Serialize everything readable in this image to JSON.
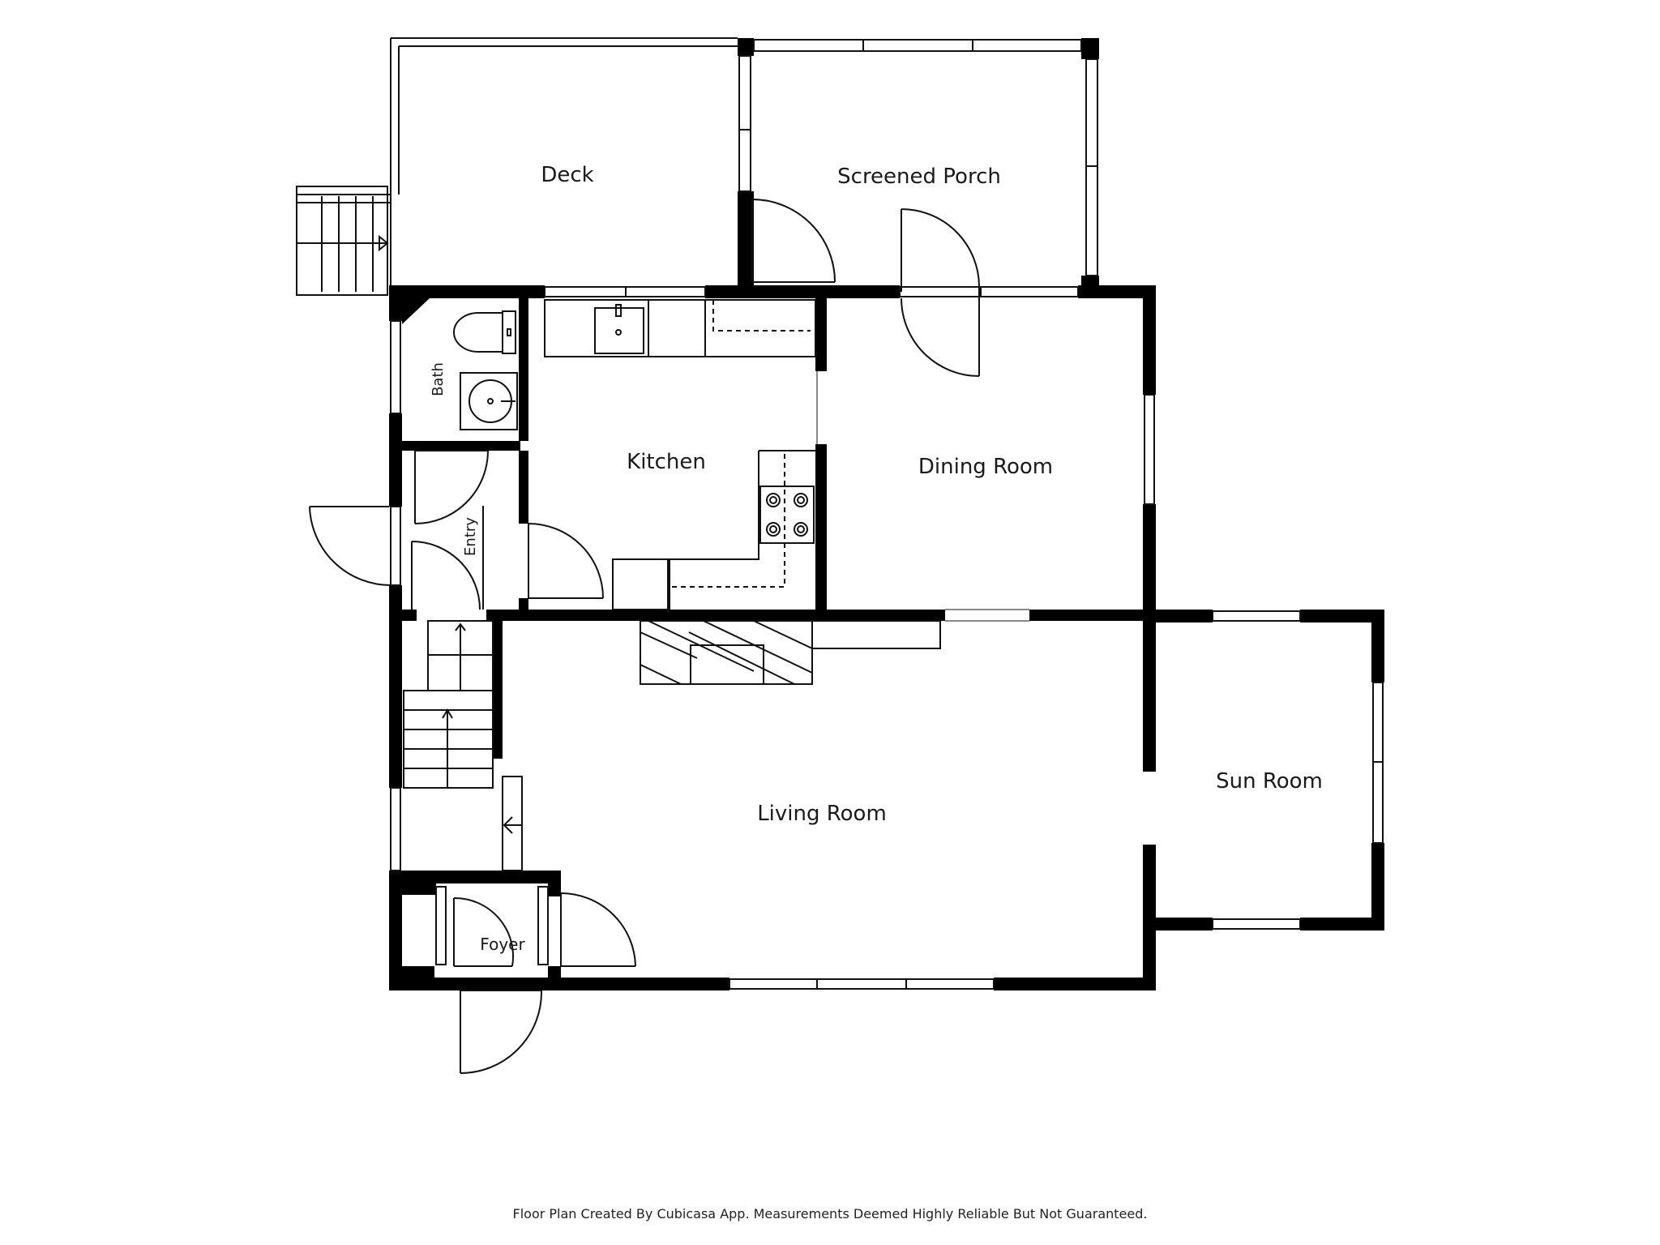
{
  "rooms": {
    "deck": "Deck",
    "screened_porch": "Screened Porch",
    "bath": "Bath",
    "kitchen": "Kitchen",
    "dining_room": "Dining Room",
    "entry": "Entry",
    "living_room": "Living Room",
    "sun_room": "Sun Room",
    "foyer": "Foyer"
  },
  "footer": "Floor Plan Created By Cubicasa App. Measurements Deemed Highly Reliable But Not Guaranteed."
}
